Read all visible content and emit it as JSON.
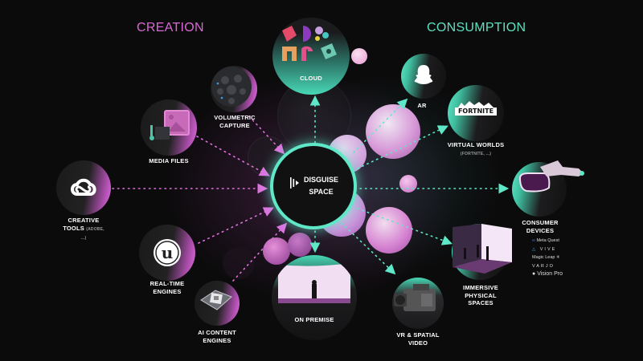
{
  "headings": {
    "creation": "CREATION",
    "consumption": "CONSUMPTION"
  },
  "colors": {
    "creation_accent": "#d967d6",
    "consumption_accent": "#5fe0c0",
    "background": "#0c0b0c",
    "center_ring": "#5fe8c8"
  },
  "center": {
    "title_line1": "DISGUISE",
    "title_line2": "SPACE",
    "icon": "disguise-logo-icon"
  },
  "creation_nodes": [
    {
      "id": "creative-tools",
      "label": "CREATIVE",
      "label2": "TOOLS",
      "sub": "(ADOBE,",
      "sub2": "...)",
      "icon": "creative-cloud-icon"
    },
    {
      "id": "media-files",
      "label": "MEDIA FILES",
      "icon": "media-files-icon"
    },
    {
      "id": "volumetric-capture",
      "label": "VOLUMETRIC",
      "label2": "CAPTURE",
      "icon": "volumetric-camera-icon"
    },
    {
      "id": "real-time-engines",
      "label": "REAL-TIME",
      "label2": "ENGINES",
      "icon": "unreal-engine-icon"
    },
    {
      "id": "ai-content-engines",
      "label": "AI CONTENT",
      "label2": "ENGINES",
      "icon": "ai-chip-icon"
    }
  ],
  "hub_nodes": [
    {
      "id": "cloud",
      "label": "CLOUD",
      "icon": "cloud-shapes-icon"
    },
    {
      "id": "on-premise",
      "label": "ON PREMISE",
      "icon": "led-stage-icon"
    }
  ],
  "consumption_nodes": [
    {
      "id": "ar",
      "label": "AR",
      "icon": "snapchat-ghost-icon"
    },
    {
      "id": "virtual-worlds",
      "label": "VIRTUAL WORLDS",
      "sub": "(FORTNITE, ...)",
      "icon": "fortnite-logo-icon",
      "logo_text": "FORTNITE"
    },
    {
      "id": "consumer-devices",
      "label": "CONSUMER",
      "label2": "DEVICES",
      "icon": "vr-headset-icon"
    },
    {
      "id": "immersive-physical-spaces",
      "label": "IMMERSIVE",
      "label2": "PHYSICAL",
      "label3": "SPACES",
      "icon": "immersive-room-icon"
    },
    {
      "id": "vr-spatial-video",
      "label": "VR & SPATIAL",
      "label2": "VIDEO",
      "icon": "video-camera-icon"
    }
  ],
  "consumer_device_brands": [
    "Meta Quest",
    "VIVE",
    "Magic Leap",
    "VARJO",
    "Vision Pro"
  ]
}
